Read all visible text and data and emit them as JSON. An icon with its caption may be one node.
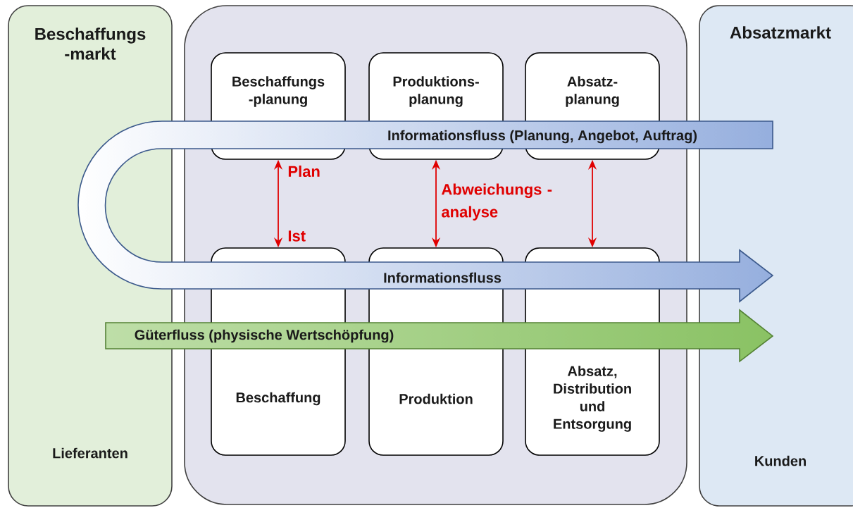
{
  "diagram": {
    "nodes": [
      {
        "text": [
          "Beschaffungs -markt",
          "Lieferanten"
        ]
      },
      {
        "text": [],
        "shape": "box"
      },
      {
        "text": [
          "Beschaffungs -planung"
        ],
        "in": 1
      },
      {
        "text": [
          "Produktions- planung"
        ],
        "in": 1
      },
      {
        "text": [
          "Absatz- planung"
        ],
        "in": 1
      },
      {
        "text": [
          "Beschaffung"
        ],
        "in": 1
      },
      {
        "text": [
          "Produktion"
        ],
        "in": 1
      },
      {
        "text": [
          "Absatz, Distribution und Entsorgung"
        ],
        "in": 1
      },
      {
        "text": [
          "Absatzmarkt",
          "Kunden"
        ]
      }
    ],
    "edges": [
      {
        "from": 2,
        "to": 5,
        "arrow": "both"
      },
      {
        "from": 3,
        "to": 6,
        "arrow": "both",
        "label": "Abweichungs - analyse"
      },
      {
        "from": 4,
        "to": 7,
        "arrow": "both"
      }
    ],
    "labels": [
      "Informationsfluss (Planung, Angebot, Auftrag)",
      "Plan",
      "Ist",
      "Informationsfluss",
      "Güterfluss (physische Wertschöpfung)"
    ]
  }
}
